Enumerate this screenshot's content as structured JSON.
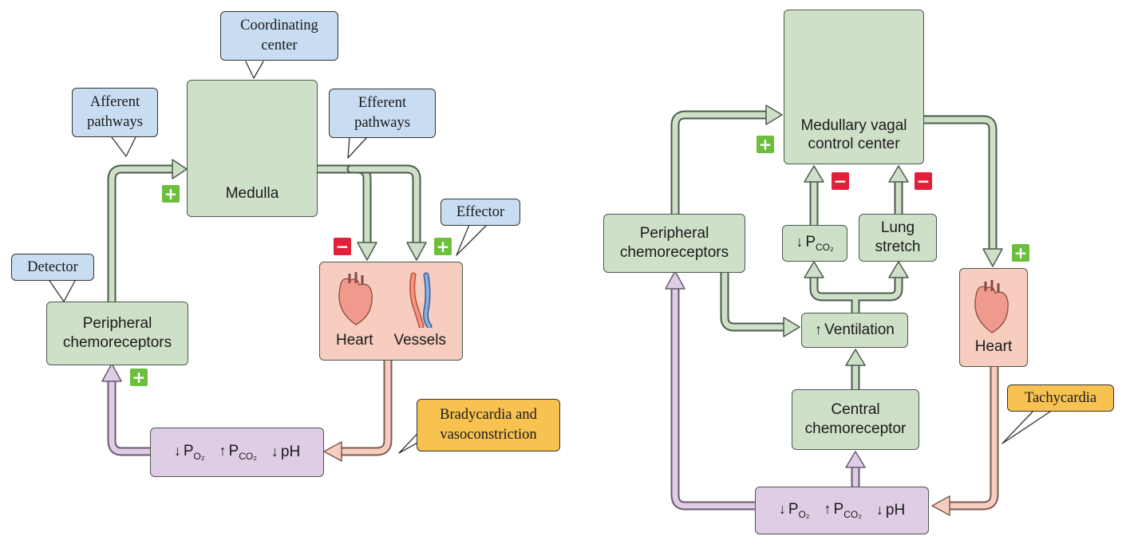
{
  "left": {
    "callouts": {
      "coordinating": "Coordinating center",
      "afferent": "Afferent pathways",
      "efferent": "Efferent pathways",
      "detector": "Detector",
      "effector": "Effector",
      "outcome": "Bradycardia and vasoconstriction"
    },
    "medulla": "Medulla",
    "receptor": "Peripheral chemoreceptors",
    "heart": "Heart",
    "vessels": "Vessels",
    "blood": {
      "po2": "P",
      "po2_sub": "O₂",
      "pco2": "P",
      "pco2_sub": "CO₂",
      "ph": "pH"
    }
  },
  "right": {
    "vagal": "Medullary vagal control center",
    "receptor": "Peripheral chemoreceptors",
    "pco2": "P",
    "pco2_sub": "CO₂",
    "lung": "Lung stretch",
    "ventilation": "Ventilation",
    "central": "Central chemoreceptor",
    "heart": "Heart",
    "outcome": "Tachycardia",
    "blood": {
      "po2": "P",
      "po2_sub": "O₂",
      "pco2": "P",
      "pco2_sub": "CO₂",
      "ph": "pH"
    }
  },
  "signs": {
    "plus": "+",
    "minus": "−"
  },
  "arrows": {
    "up": "↑",
    "down": "↓"
  },
  "colors": {
    "green": "#cfe0c8",
    "pink": "#f7cdbf",
    "lavender": "#decde4",
    "blue": "#c8ddf2",
    "orange": "#f8c250",
    "plus": "#6cbf3c",
    "minus": "#e3203a"
  }
}
